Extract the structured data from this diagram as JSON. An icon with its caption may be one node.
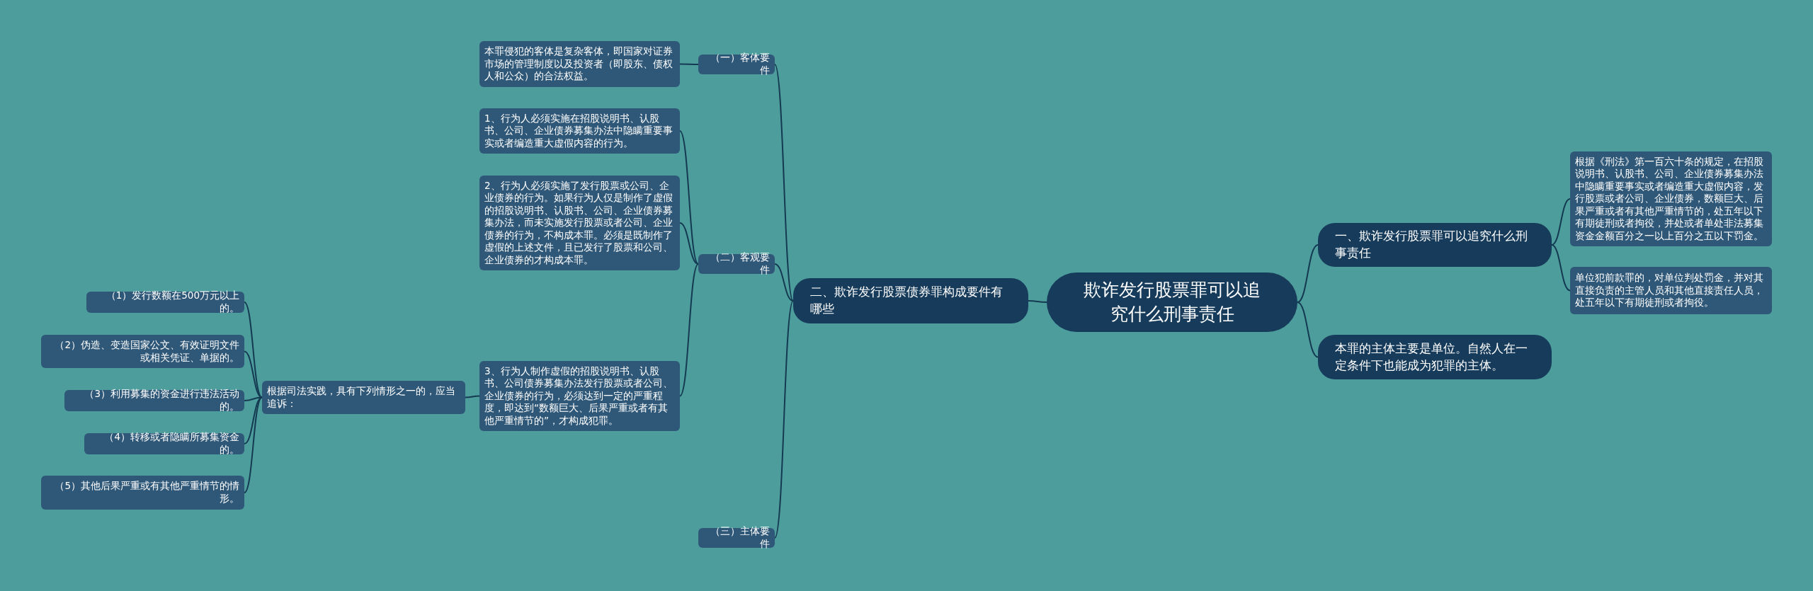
{
  "diagram": {
    "nodes": [
      {
        "text": [
          "欺诈发行股票罪可以追究什么刑事责任"
        ]
      },
      {
        "text": [
          "一、欺诈发行股票罪可以追究什么刑事责任"
        ]
      },
      {
        "text": [
          "根据《刑法》第一百六十条的规定，在招股说明书、认股书、公司、企业债券募集办法中隐瞒重要事实或者编造重大虚假内容，发行股票或者公司、企业债券，数额巨大、后果严重或者有其他严重情节的，处五年以下有期徒刑或者拘役，并处或者单处非法募集资金金额百分之一以上百分之五以下罚金。"
        ]
      },
      {
        "text": [
          "单位犯前款罪的，对单位判处罚金，并对其直接负责的主管人员和其他直接责任人员，处五年以下有期徒刑或者拘役。"
        ]
      },
      {
        "text": [
          "本罪的主体主要是单位。自然人在一定条件下也能成为犯罪的主体。"
        ]
      },
      {
        "text": [
          "二、欺诈发行股票债券罪构成要件有哪些"
        ]
      },
      {
        "text": [
          "（一）客体要件"
        ]
      },
      {
        "text": [
          "本罪侵犯的客体是复杂客体，即国家对证券市场的管理制度以及投资者（即股东、债权人和公众）的合法权益。"
        ]
      },
      {
        "text": [
          "（二）客观要件"
        ]
      },
      {
        "text": [
          "1、行为人必须实施在招股说明书、认股书、公司、企业债券募集办法中隐瞒重要事实或者编造重大虚假内容的行为。"
        ]
      },
      {
        "text": [
          "2、行为人必须实施了发行股票或公司、企业债券的行为。如果行为人仅是制作了虚假的招股说明书、认股书、公司、企业债券募集办法，而未实施发行股票或者公司、企业债券的行为，不构成本罪。必须是既制作了虚假的上述文件，且已发行了股票和公司、企业债券的才构成本罪。"
        ]
      },
      {
        "text": [
          "3、行为人制作虚假的招股说明书、认股书、公司债券募集办法发行股票或者公司、企业债券的行为，必须达到一定的严重程度，即达到“数额巨大、后果严重或者有其他严重情节的”，才构成犯罪。"
        ]
      },
      {
        "text": [
          "根据司法实践，具有下列情形之一的，应当追诉："
        ]
      },
      {
        "text": [
          "（1）发行数额在500万元以上的。"
        ]
      },
      {
        "text": [
          "（2）伪造、变造国家公文、有效证明文件或相关凭证、单据的。"
        ]
      },
      {
        "text": [
          "（3）利用募集的资金进行违法活动的。"
        ]
      },
      {
        "text": [
          "（4）转移或者隐瞒所募集资金的。"
        ]
      },
      {
        "text": [
          "（5）其他后果严重或有其他严重情节的情形。"
        ]
      },
      {
        "text": [
          "（三）主体要件"
        ]
      }
    ],
    "edges": [
      {
        "from": 0,
        "to": 1,
        "arrow": "none"
      },
      {
        "from": 1,
        "to": 2,
        "arrow": "none"
      },
      {
        "from": 1,
        "to": 3,
        "arrow": "none"
      },
      {
        "from": 0,
        "to": 4,
        "arrow": "none"
      },
      {
        "from": 0,
        "to": 5,
        "arrow": "none"
      },
      {
        "from": 5,
        "to": 6,
        "arrow": "none"
      },
      {
        "from": 6,
        "to": 7,
        "arrow": "none"
      },
      {
        "from": 5,
        "to": 8,
        "arrow": "none"
      },
      {
        "from": 8,
        "to": 9,
        "arrow": "none"
      },
      {
        "from": 8,
        "to": 10,
        "arrow": "none"
      },
      {
        "from": 8,
        "to": 11,
        "arrow": "none"
      },
      {
        "from": 11,
        "to": 12,
        "arrow": "none"
      },
      {
        "from": 12,
        "to": 13,
        "arrow": "none"
      },
      {
        "from": 12,
        "to": 14,
        "arrow": "none"
      },
      {
        "from": 12,
        "to": 15,
        "arrow": "none"
      },
      {
        "from": 12,
        "to": 16,
        "arrow": "none"
      },
      {
        "from": 12,
        "to": 17,
        "arrow": "none"
      },
      {
        "from": 5,
        "to": 18,
        "arrow": "none"
      }
    ]
  }
}
